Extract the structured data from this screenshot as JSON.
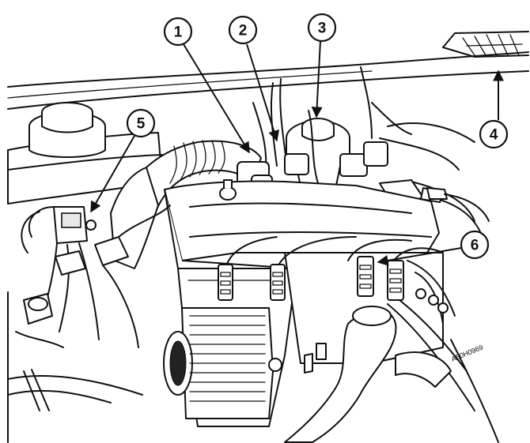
{
  "callouts": [
    {
      "id": "1",
      "label": "1"
    },
    {
      "id": "2",
      "label": "2"
    },
    {
      "id": "3",
      "label": "3"
    },
    {
      "id": "4",
      "label": "4"
    },
    {
      "id": "5",
      "label": "5"
    },
    {
      "id": "6",
      "label": "6"
    }
  ],
  "figure_code": "A50H0969"
}
